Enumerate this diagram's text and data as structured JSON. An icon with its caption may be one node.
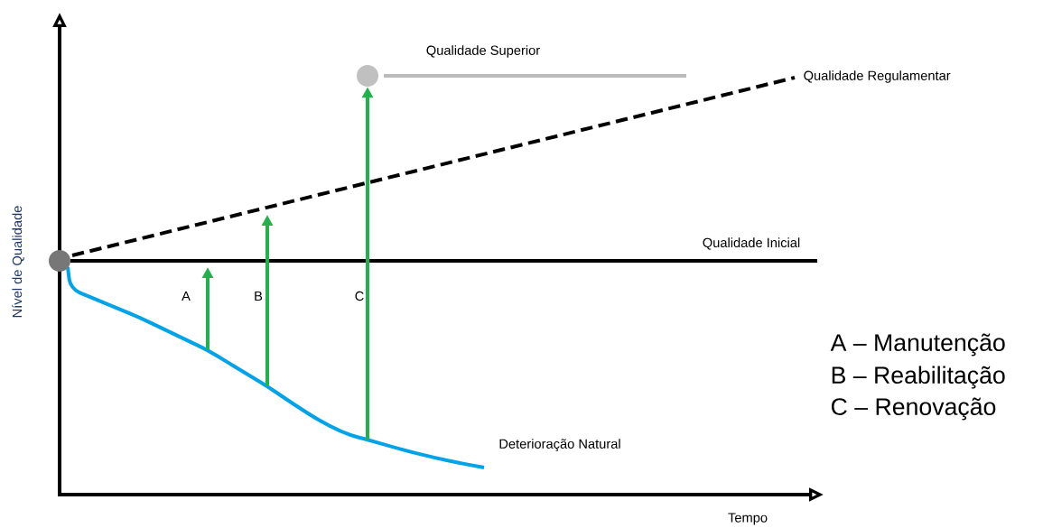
{
  "diagram": {
    "nodes": [
      {
        "text": [],
        "shape": "circle"
      },
      {
        "text": [],
        "shape": "circle"
      }
    ],
    "edges": [
      {
        "from": null,
        "to": 1,
        "arrow": "to"
      }
    ],
    "labels": [
      "Qualidade Superior",
      "Qualidade Regulamentar",
      "Qualidade Inicial",
      "Nível de Qualidade",
      "A",
      "B",
      "C",
      "Deterioração Natural",
      "Tempo",
      "A – Manutenção",
      "B – Reabilitação",
      "C – Renovação"
    ]
  }
}
